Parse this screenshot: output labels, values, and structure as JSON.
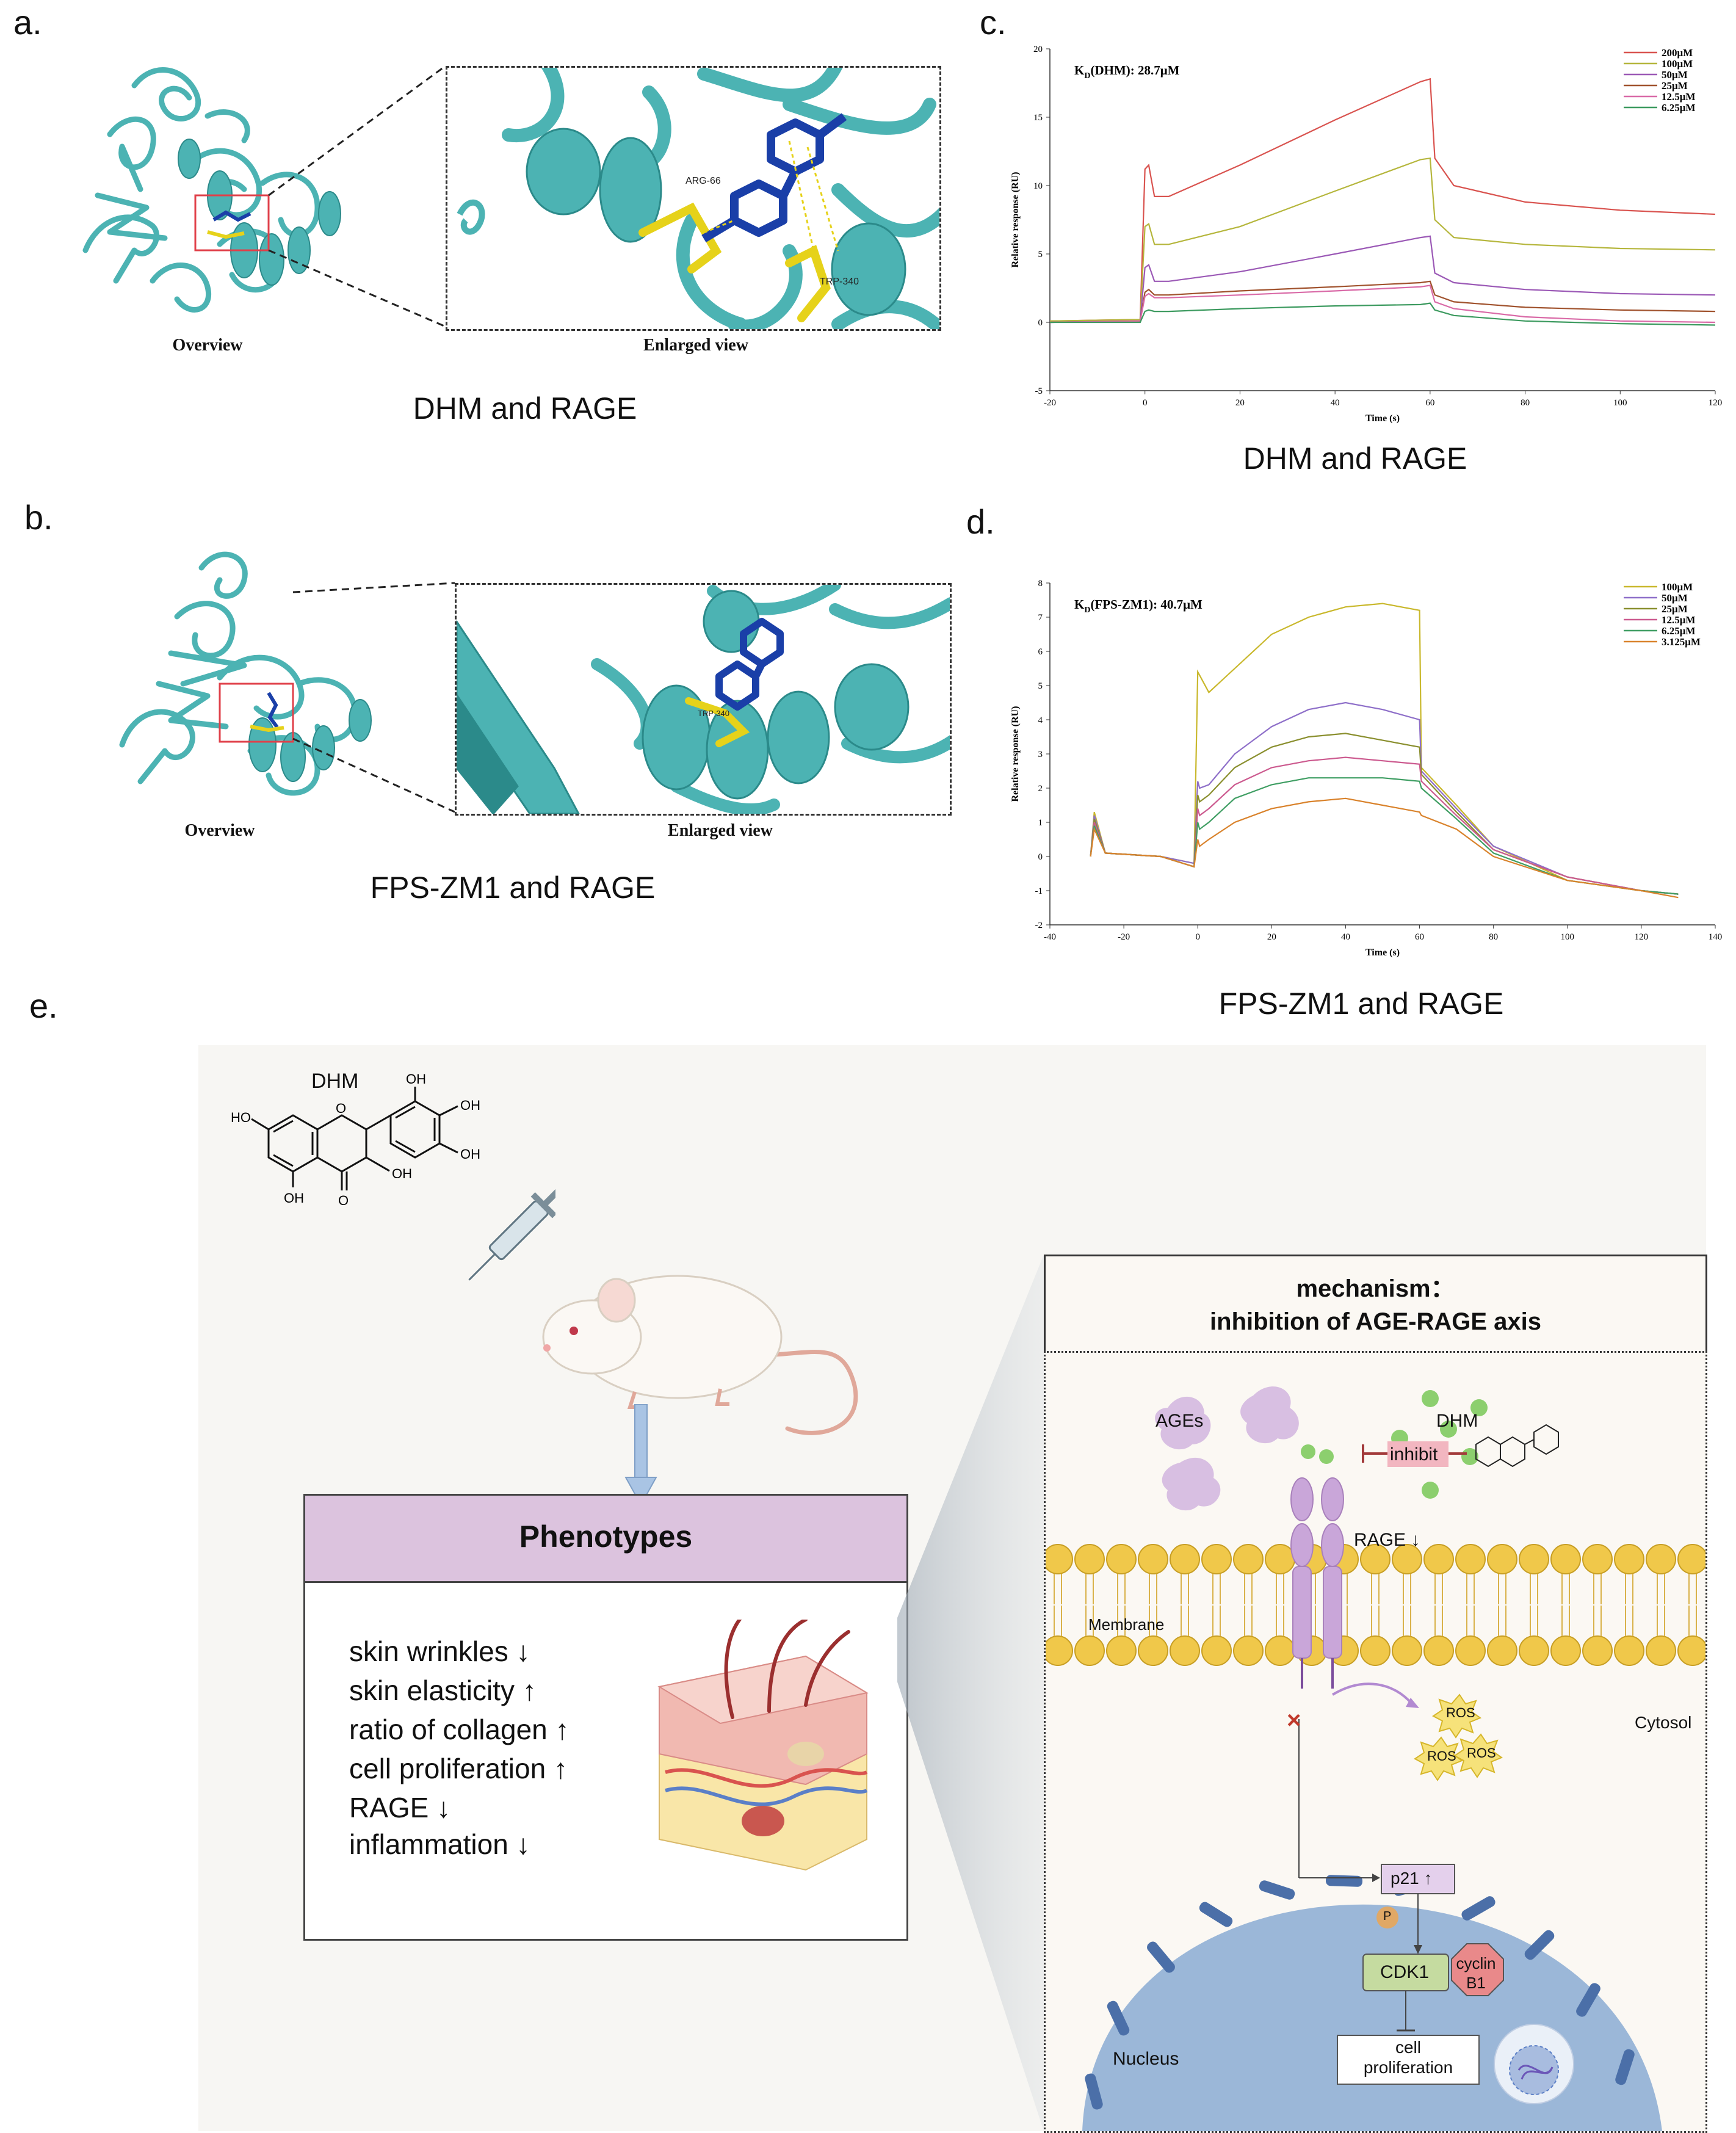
{
  "panels": {
    "a": {
      "letter": "a.",
      "overview_label": "Overview",
      "enlarged_label": "Enlarged view",
      "caption": "DHM and RAGE",
      "residue_1": "ARG-66",
      "residue_2": "TRP-340"
    },
    "b": {
      "letter": "b.",
      "overview_label": "Overview",
      "enlarged_label": "Enlarged view",
      "caption": "FPS-ZM1 and RAGE",
      "residue_1": "TRP-340"
    },
    "c": {
      "letter": "c.",
      "caption": "DHM and RAGE"
    },
    "d": {
      "letter": "d.",
      "caption": "FPS-ZM1 and RAGE"
    },
    "e": {
      "letter": "e."
    }
  },
  "chart_data": [
    {
      "type": "line",
      "panel": "c",
      "annotation_prefix": "K",
      "annotation_sub": "D",
      "annotation_rest": "(DHM): 28.7μM",
      "xlabel": "Time (s)",
      "ylabel": "Relative response (RU)",
      "xlim": [
        -20,
        120
      ],
      "ylim": [
        -5,
        20
      ],
      "xticks": [
        -20,
        0,
        20,
        40,
        60,
        80,
        100,
        120
      ],
      "yticks": [
        -5,
        0,
        5,
        10,
        15,
        20
      ],
      "legend_position": "top-right",
      "series": [
        {
          "name": "200μM",
          "color": "#d9534f",
          "x": [
            -20,
            -1,
            0,
            0.8,
            2,
            5,
            20,
            40,
            58,
            60,
            61,
            65,
            80,
            100,
            120
          ],
          "y": [
            0.1,
            0.2,
            11.2,
            11.5,
            9.2,
            9.2,
            11.5,
            14.8,
            17.6,
            17.8,
            12,
            10,
            8.8,
            8.2,
            7.9
          ]
        },
        {
          "name": "100μM",
          "color": "#b5b63c",
          "x": [
            -20,
            -1,
            0,
            0.8,
            2,
            5,
            20,
            40,
            58,
            60,
            61,
            65,
            80,
            100,
            120
          ],
          "y": [
            0.1,
            0.2,
            7.0,
            7.2,
            5.7,
            5.7,
            7.0,
            9.6,
            11.9,
            12.0,
            7.5,
            6.2,
            5.7,
            5.4,
            5.3
          ]
        },
        {
          "name": "50μM",
          "color": "#9b59b6",
          "x": [
            -20,
            -1,
            0,
            0.8,
            2,
            5,
            20,
            40,
            58,
            60,
            61,
            65,
            80,
            100,
            120
          ],
          "y": [
            0.0,
            0.1,
            4.0,
            4.2,
            3.0,
            3.0,
            3.7,
            5.0,
            6.2,
            6.3,
            3.6,
            2.9,
            2.4,
            2.1,
            2.0
          ]
        },
        {
          "name": "25μM",
          "color": "#a0522d",
          "x": [
            -20,
            -1,
            0,
            0.8,
            2,
            5,
            20,
            40,
            58,
            60,
            61,
            65,
            80,
            100,
            120
          ],
          "y": [
            0.0,
            0.1,
            2.2,
            2.4,
            2.0,
            2.0,
            2.3,
            2.6,
            2.9,
            3.0,
            2.0,
            1.5,
            1.1,
            0.9,
            0.8
          ]
        },
        {
          "name": "12.5μM",
          "color": "#d96aa7",
          "x": [
            -20,
            -1,
            0,
            0.8,
            2,
            5,
            20,
            40,
            58,
            60,
            61,
            65,
            80,
            100,
            120
          ],
          "y": [
            0.0,
            0.1,
            1.9,
            2.1,
            1.8,
            1.8,
            2.0,
            2.3,
            2.6,
            2.7,
            1.5,
            1.0,
            0.4,
            0.1,
            0.0
          ]
        },
        {
          "name": "6.25μM",
          "color": "#3c9a5f",
          "x": [
            -20,
            -1,
            0,
            0.8,
            2,
            5,
            20,
            40,
            58,
            60,
            61,
            65,
            80,
            100,
            120
          ],
          "y": [
            0.0,
            0.0,
            0.8,
            0.9,
            0.8,
            0.8,
            1.0,
            1.2,
            1.3,
            1.4,
            0.9,
            0.5,
            0.1,
            -0.1,
            -0.2
          ]
        }
      ]
    },
    {
      "type": "line",
      "panel": "d",
      "annotation_prefix": "K",
      "annotation_sub": "D",
      "annotation_rest": "(FPS-ZM1): 40.7μM",
      "xlabel": "Time (s)",
      "ylabel": "Relative response (RU)",
      "xlim": [
        -40,
        140
      ],
      "ylim": [
        -2,
        8
      ],
      "xticks": [
        -40,
        -20,
        0,
        20,
        40,
        60,
        80,
        100,
        120,
        140
      ],
      "yticks": [
        -2,
        -1,
        0,
        1,
        2,
        3,
        4,
        5,
        6,
        7,
        8
      ],
      "legend_position": "top-right",
      "series": [
        {
          "name": "100μM",
          "color": "#c9b82c",
          "x": [
            -29,
            -28,
            -25,
            -10,
            -1,
            0,
            0.5,
            3,
            10,
            20,
            30,
            40,
            50,
            60,
            60.5,
            70,
            80,
            100,
            120,
            130
          ],
          "y": [
            0.0,
            1.3,
            0.1,
            0.0,
            -0.2,
            5.4,
            5.3,
            4.8,
            5.5,
            6.5,
            7.0,
            7.3,
            7.4,
            7.2,
            2.6,
            1.5,
            0.3,
            -0.7,
            -1.0,
            -1.1
          ]
        },
        {
          "name": "50μM",
          "color": "#8e6fc9",
          "x": [
            -29,
            -28,
            -25,
            -10,
            -1,
            0,
            0.5,
            3,
            10,
            20,
            30,
            40,
            50,
            60,
            60.5,
            70,
            80,
            100,
            120,
            130
          ],
          "y": [
            0.0,
            1.2,
            0.1,
            0.0,
            -0.2,
            2.2,
            2.0,
            2.1,
            3.0,
            3.8,
            4.3,
            4.5,
            4.3,
            4.0,
            2.5,
            1.4,
            0.3,
            -0.6,
            -1.0,
            -1.1
          ]
        },
        {
          "name": "25μM",
          "color": "#8a8f2e",
          "x": [
            -29,
            -28,
            -25,
            -10,
            -1,
            0,
            0.5,
            3,
            10,
            20,
            30,
            40,
            50,
            60,
            60.5,
            70,
            80,
            100,
            120,
            130
          ],
          "y": [
            0.0,
            1.1,
            0.1,
            0.0,
            -0.3,
            1.8,
            1.6,
            1.8,
            2.6,
            3.2,
            3.5,
            3.6,
            3.4,
            3.2,
            2.4,
            1.3,
            0.2,
            -0.6,
            -1.0,
            -1.1
          ]
        },
        {
          "name": "12.5μM",
          "color": "#cc5a8f",
          "x": [
            -29,
            -28,
            -25,
            -10,
            -1,
            0,
            0.5,
            3,
            10,
            20,
            30,
            40,
            50,
            60,
            60.5,
            70,
            80,
            100,
            120,
            130
          ],
          "y": [
            0.0,
            1.0,
            0.1,
            0.0,
            -0.3,
            1.4,
            1.2,
            1.4,
            2.1,
            2.6,
            2.8,
            2.9,
            2.8,
            2.7,
            2.2,
            1.2,
            0.2,
            -0.6,
            -1.0,
            -1.1
          ]
        },
        {
          "name": "6.25μM",
          "color": "#3f9e63",
          "x": [
            -29,
            -28,
            -25,
            -10,
            -1,
            0,
            0.5,
            3,
            10,
            20,
            30,
            40,
            50,
            60,
            60.5,
            70,
            80,
            100,
            120,
            130
          ],
          "y": [
            0.0,
            0.9,
            0.1,
            0.0,
            -0.3,
            1.0,
            0.8,
            1.0,
            1.7,
            2.1,
            2.3,
            2.3,
            2.3,
            2.2,
            2.0,
            1.1,
            0.1,
            -0.7,
            -1.0,
            -1.1
          ]
        },
        {
          "name": "3.125μM",
          "color": "#d9822b",
          "x": [
            -29,
            -28,
            -25,
            -10,
            -1,
            0,
            0.5,
            3,
            10,
            20,
            30,
            40,
            50,
            60,
            60.5,
            70,
            80,
            100,
            120,
            130
          ],
          "y": [
            0.0,
            0.8,
            0.1,
            0.0,
            -0.3,
            0.5,
            0.3,
            0.5,
            1.0,
            1.4,
            1.6,
            1.7,
            1.5,
            1.3,
            1.2,
            0.8,
            0.0,
            -0.7,
            -1.0,
            -1.2
          ]
        }
      ]
    }
  ],
  "diagram": {
    "dhm_label": "DHM",
    "phenotypes_title": "Phenotypes",
    "phenotypes": [
      "skin wrinkles ↓",
      "skin elasticity ↑",
      "ratio of collagen ↑",
      "cell proliferation ↑",
      "RAGE ↓",
      "inflammation ↓"
    ],
    "mechanism_title_1": "mechanism：",
    "mechanism_title_2": "inhibition of AGE-RAGE axis",
    "ages": "AGEs",
    "dhm": "DHM",
    "inhibit": "inhibit",
    "rage": "RAGE ↓",
    "membrane": "Membrane",
    "cytosol": "Cytosol",
    "ros": "ROS",
    "p21": "p21 ↑",
    "p": "P",
    "cdk1": "CDK1",
    "cyclin_1": "cyclin",
    "cyclin_2": "B1",
    "nucleus": "Nucleus",
    "cell_prolif_1": "cell",
    "cell_prolif_2": "proliferation",
    "cross": "×",
    "chem_labels": {
      "ho": "HO",
      "oh": "OH",
      "o": "O"
    }
  },
  "colors": {
    "protein": "#4cb3b3",
    "protein_dark": "#2b8a8a",
    "ligand": "#1a3fa8",
    "residue": "#e6d21a",
    "phenotype_header": "#dcc3de",
    "receptor": "#c9a6d9",
    "lipid": "#f0c84a",
    "nucleus": "#9bb7d8",
    "nucleus_border": "#4b6fa8",
    "inhibit_fill": "#f2b6c0",
    "cdk1_fill": "#c5dba0",
    "cyclin_fill": "#e9898a",
    "p21_fill": "#e4d0ec",
    "ros_fill": "#f6e27a",
    "dhm_dot": "#8ccf6e"
  }
}
